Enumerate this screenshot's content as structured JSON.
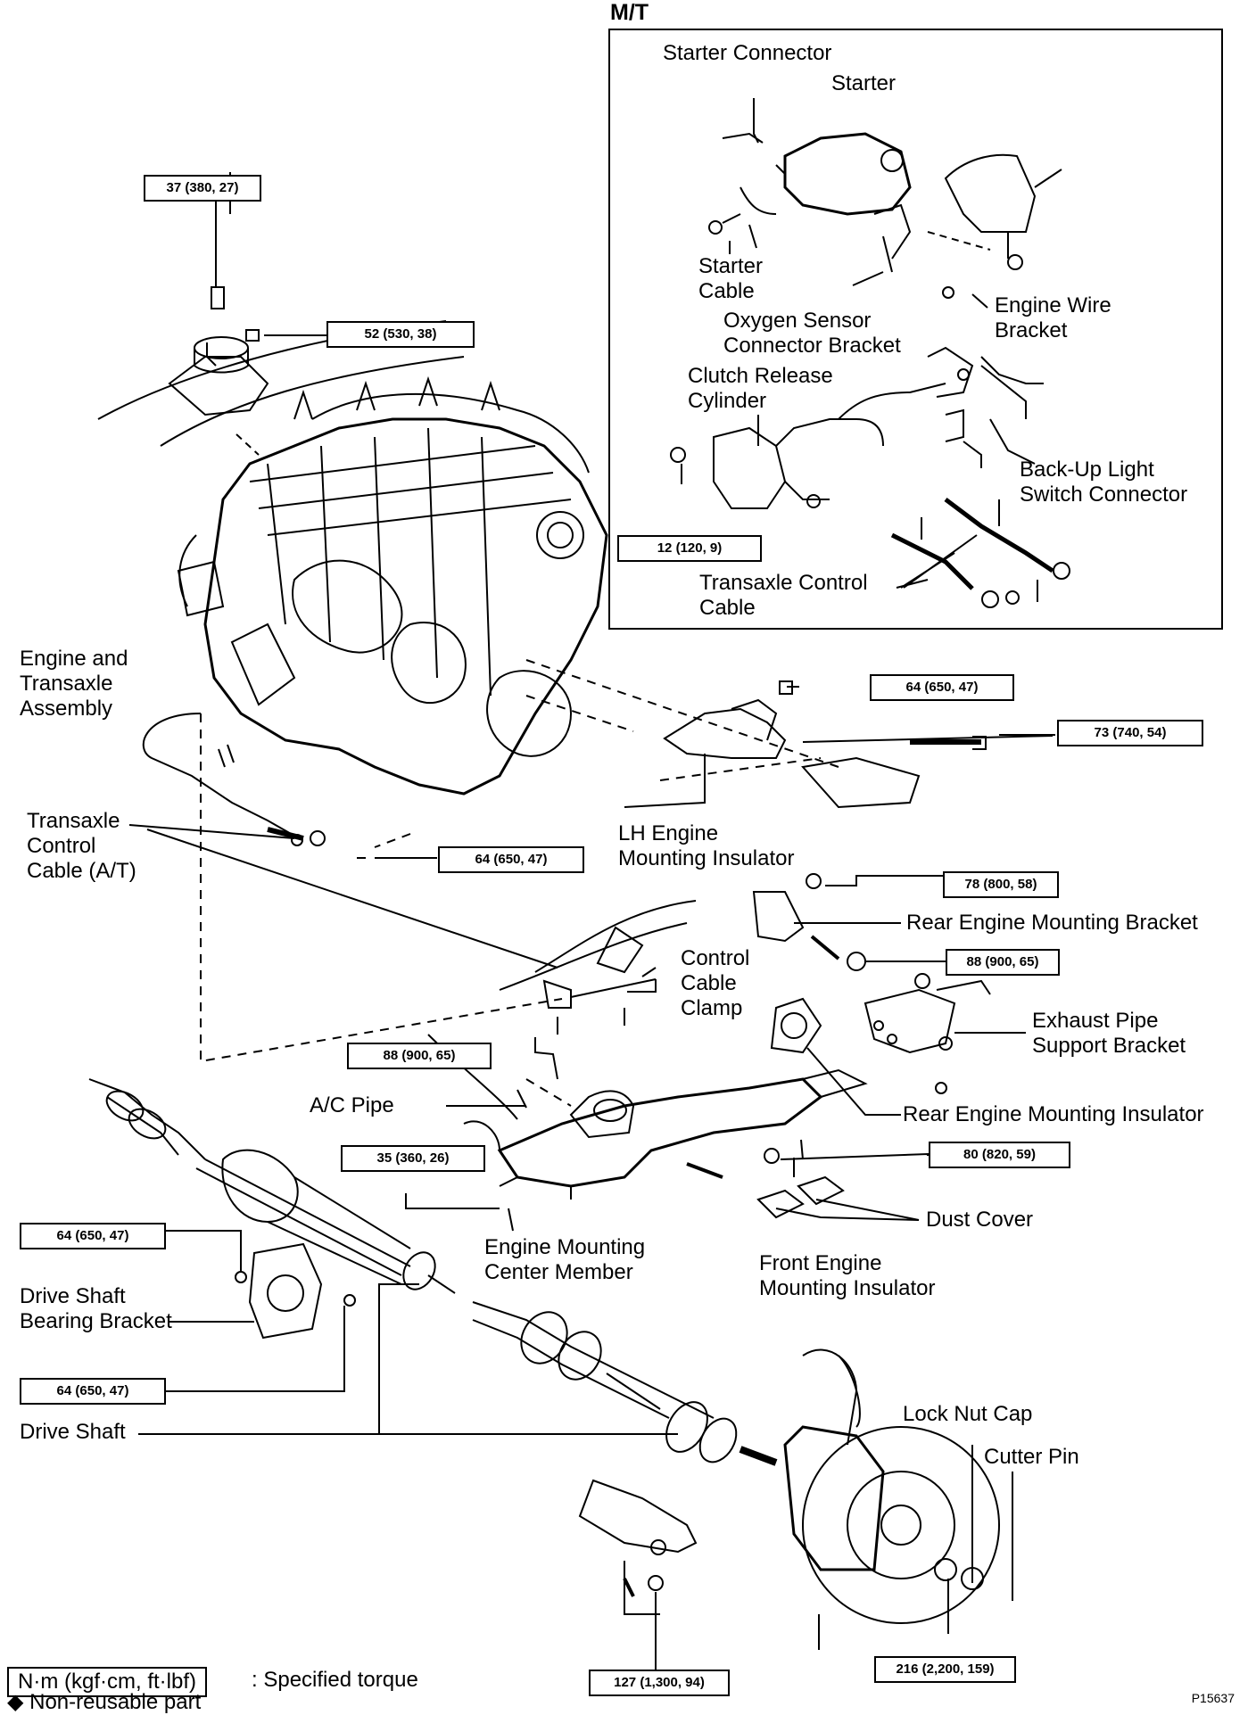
{
  "inset": {
    "title": "M/T",
    "labels": {
      "starter_connector": "Starter Connector",
      "starter": "Starter",
      "starter_cable": "Starter\nCable",
      "engine_wire_bracket": "Engine Wire\nBracket",
      "oxygen_sensor_bracket": "Oxygen Sensor\nConnector Bracket",
      "clutch_release_cylinder": "Clutch Release\nCylinder",
      "backup_light": "Back-Up Light\nSwitch Connector",
      "transaxle_control_cable": "Transaxle Control\nCable"
    },
    "torque": {
      "clutch": "12 (120, 9)"
    }
  },
  "labels": {
    "engine_transaxle": "Engine and\nTransaxle\nAssembly",
    "transaxle_cable_at": "Transaxle\nControl\nCable (A/T)",
    "lh_mount": "LH Engine\nMounting Insulator",
    "rear_bracket": "Rear Engine Mounting Bracket",
    "control_cable_clamp": "Control\nCable\nClamp",
    "exhaust_bracket": "Exhaust Pipe\nSupport Bracket",
    "ac_pipe": "A/C Pipe",
    "rear_insulator": "Rear Engine Mounting Insulator",
    "dust_cover": "Dust Cover",
    "center_member": "Engine Mounting\nCenter Member",
    "front_insulator": "Front Engine\nMounting Insulator",
    "driveshaft_bracket": "Drive Shaft\nBearing Bracket",
    "drive_shaft": "Drive Shaft",
    "lock_nut_cap": "Lock Nut Cap",
    "cutter_pin": "Cutter Pin"
  },
  "torques": {
    "t1": "37 (380, 27)",
    "t2": "52 (530, 38)",
    "t3": "64 (650, 47)",
    "t4": "73 (740, 54)",
    "t5": "64 (650, 47)",
    "t6": "78 (800, 58)",
    "t7": "88 (900, 65)",
    "t8": "88 (900, 65)",
    "t9": "35 (360, 26)",
    "t10": "80 (820, 59)",
    "t11": "64 (650, 47)",
    "t12": "64 (650, 47)",
    "t13": "127 (1,300, 94)",
    "t14": "216 (2,200, 159)"
  },
  "legend": {
    "unit": "N·m (kgf·cm, ft·lbf)",
    "unit_desc": ":  Specified torque",
    "nonreuse": "◆ Non-reusable part"
  },
  "ref_code": "P15637"
}
